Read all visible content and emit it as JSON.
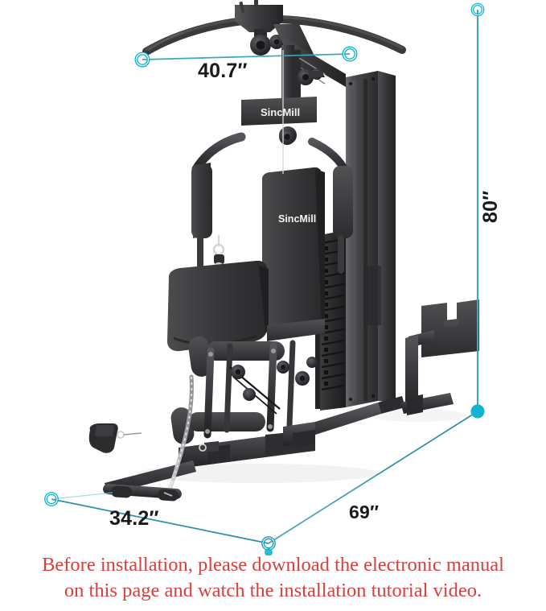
{
  "product": {
    "brand": "SincMill",
    "brand_logo_top": "SincMill",
    "brand_logo_seat": "SincMill",
    "type": "multi-station home gym"
  },
  "dimensions": {
    "width_label": "40.7″",
    "height_label": "80″",
    "depth_label": "69″",
    "base_width_label": "34.2″",
    "unit": "inches",
    "line_color": "#3aa8bd",
    "marker_ring_color": "#15b4cf",
    "marker_dot_color": "#12b2d0",
    "label_color": "#1a1a1a"
  },
  "caption": {
    "line1": "Before installation, please download the electronic manual",
    "line2": "on this page and watch the installation tutorial video.",
    "color": "#d6413e"
  },
  "icons": {
    "endpoint_ring": "dimension-ring-marker",
    "endpoint_dot": "dimension-dot-marker"
  }
}
